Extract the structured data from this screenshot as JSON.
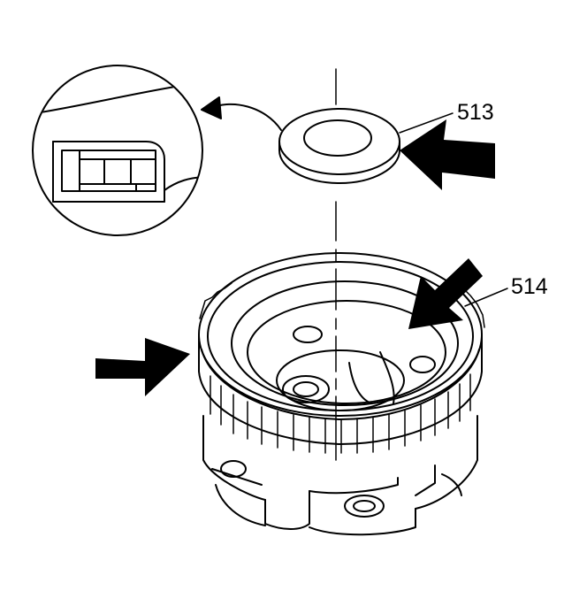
{
  "diagram": {
    "callouts": [
      {
        "id": "513",
        "text": "513"
      },
      {
        "id": "514",
        "text": "514"
      }
    ],
    "colors": {
      "ink": "#000000",
      "paper": "#ffffff"
    }
  }
}
